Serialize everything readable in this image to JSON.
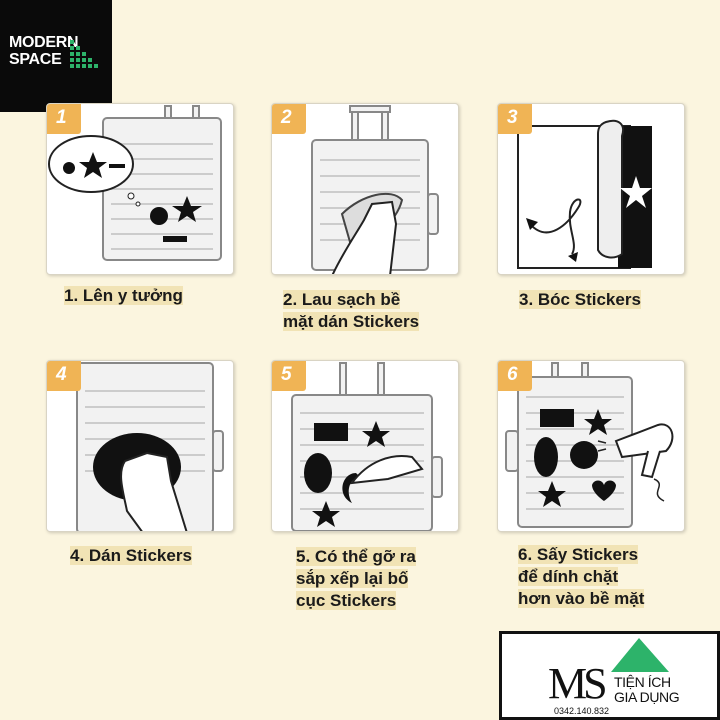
{
  "logo_top_left": {
    "line1": "MODERN",
    "line2": "SPACE"
  },
  "steps": [
    {
      "number": "1",
      "caption": "1. Lên y tưởng"
    },
    {
      "number": "2",
      "caption": "2. Lau sạch bề\nmặt dán Stickers"
    },
    {
      "number": "3",
      "caption": "3. Bóc Stickers"
    },
    {
      "number": "4",
      "caption": "4. Dán Stickers"
    },
    {
      "number": "5",
      "caption": "5. Có thể gỡ ra\nsắp xếp lại bố\ncục Stickers"
    },
    {
      "number": "6",
      "caption": "6. Sấy Stickers\nđể dính chặt\nhơn vào bề mặt"
    }
  ],
  "brand_bottom_right": {
    "initials": "MS",
    "line1": "TIỆN ÍCH",
    "line2": "GIA DỤNG",
    "phone": "0342.140.832",
    "accent": "#2db36a"
  },
  "colors": {
    "background": "#fbf5df",
    "tag": "#f0b455",
    "caption_bg": "#f1e3b5"
  }
}
